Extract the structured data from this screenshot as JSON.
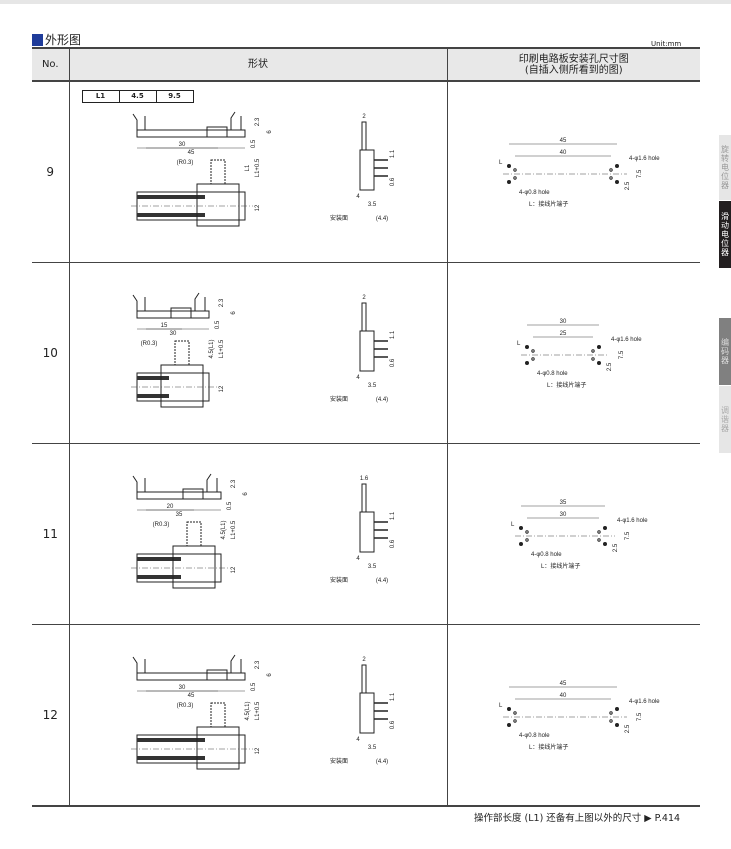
{
  "section_title": "外形图",
  "unit": "Unit:mm",
  "header": {
    "no": "No.",
    "shape": "形状",
    "pcb_line1": "印刷电路板安装孔尺寸图",
    "pcb_line2": "(自插入侧所看到的图)"
  },
  "l1_table": [
    "L1",
    "4.5",
    "9.5"
  ],
  "rows": [
    {
      "no": "9",
      "len": "45",
      "sub": "30",
      "h1": "2.3",
      "h2": "0.5",
      "h3": "6",
      "l1": "L1",
      "l1b": "L1+0.5",
      "w": "12",
      "r": "(R0.3)",
      "side": [
        "2",
        "1.1",
        "0.6",
        "4",
        "3.5",
        "(4.4)"
      ],
      "mount": "安装面",
      "pcb": {
        "outer": "45",
        "inner": "40"
      }
    },
    {
      "no": "10",
      "len": "30",
      "sub": "15",
      "h1": "2.3",
      "h2": "0.5",
      "h3": "6",
      "l1": "4.5(L1)",
      "l1b": "L1+0.5",
      "w": "12",
      "r": "(R0.3)",
      "side": [
        "2",
        "1.1",
        "0.6",
        "4",
        "3.5",
        "(4.4)"
      ],
      "mount": "安装面",
      "pcb": {
        "outer": "30",
        "inner": "25"
      }
    },
    {
      "no": "11",
      "len": "35",
      "sub": "20",
      "h1": "2.3",
      "h2": "0.5",
      "h3": "6",
      "l1": "4.5(L1)",
      "l1b": "L1+0.5",
      "w": "12",
      "r": "(R0.3)",
      "side": [
        "1.6",
        "1.1",
        "0.6",
        "4",
        "3.5",
        "(4.4)"
      ],
      "mount": "安装面",
      "pcb": {
        "outer": "35",
        "inner": "30"
      }
    },
    {
      "no": "12",
      "len": "45",
      "sub": "30",
      "h1": "2.3",
      "h2": "0.5",
      "h3": "6",
      "l1": "4.5(L1)",
      "l1b": "L1+0.5",
      "w": "12",
      "r": "(R0.3)",
      "side": [
        "2",
        "1.1",
        "0.6",
        "4",
        "3.5",
        "(4.4)"
      ],
      "mount": "安装面",
      "pcb": {
        "outer": "45",
        "inner": "40"
      }
    }
  ],
  "pcb_labels": {
    "big_hole": "4-φ1.6 hole",
    "small_hole": "4-φ0.8 hole",
    "pitch": "7.5",
    "offset": "2.5",
    "terminal": "L：接线片端子",
    "L": "L"
  },
  "footer": "操作部长度 (L1) 还备有上图以外的尺寸 ▶ P.414",
  "side_tabs": [
    "旋转电位器",
    "滑动电位器",
    "编码器",
    "调谐器"
  ]
}
